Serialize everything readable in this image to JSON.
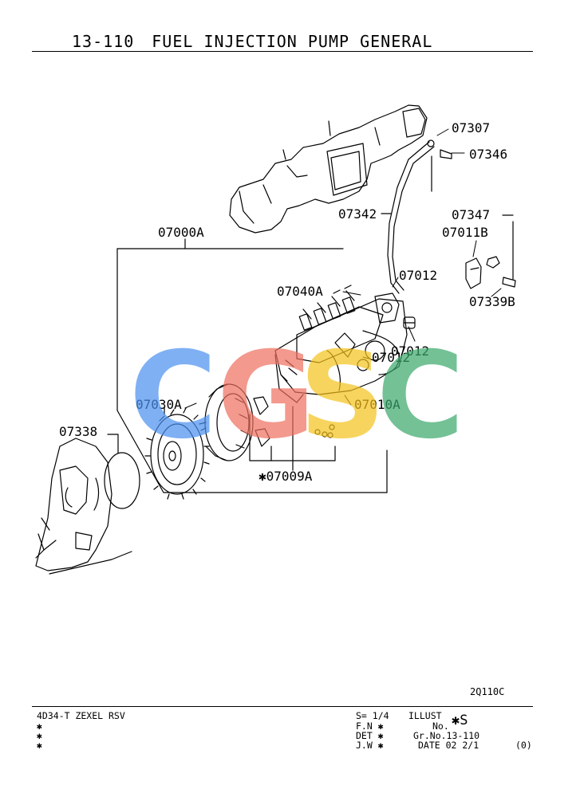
{
  "header": {
    "section": "13-110",
    "title": "FUEL INJECTION PUMP GENERAL"
  },
  "callouts": {
    "c07307": "07307",
    "c07346": "07346",
    "c07342": "07342",
    "c07347": "07347",
    "c07011B": "07011B",
    "c07339B": "07339B",
    "c07000A": "07000A",
    "c07012_top": "07012",
    "c07040A": "07040A",
    "c07012_mid": "07012",
    "c07012_low": "07012",
    "c07010A": "07010A",
    "c07030A": "07030A",
    "c07338": "07338",
    "c07009A": "✱07009A"
  },
  "illustration_code": "2Q110C",
  "footer": {
    "model": "4D34-T ZEXEL RSV",
    "notes": [
      "✱",
      "✱",
      "✱"
    ],
    "scale": "S= 1/4",
    "illust": "ILLUST",
    "no_label": "No.",
    "no_value": "✱S",
    "fn": "F.N ✱",
    "det": "DET ✱",
    "jw": "J.W ✱",
    "gr_no": "Gr.No.13-110",
    "date": "DATE  02 2/1",
    "rev": "(0)"
  },
  "watermark": {
    "letters": [
      "C",
      "G",
      "S",
      "C"
    ],
    "colors": [
      "#4a90f0",
      "#ee6f5e",
      "#f5c21b",
      "#3aa86b"
    ]
  }
}
